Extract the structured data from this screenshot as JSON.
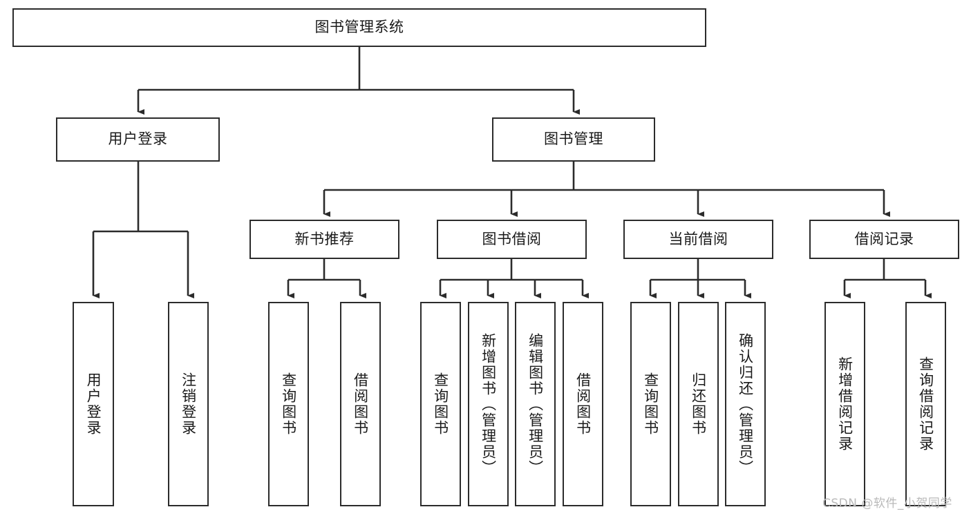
{
  "diagram": {
    "title": "图书管理系统",
    "type": "tree-hierarchy-chart",
    "orientation": "top-down",
    "colors": {
      "box_border": "#2b2b2b",
      "box_fill": "#ffffff",
      "edge": "#2b2b2b",
      "text": "#1a1a1a",
      "background": "#ffffff",
      "watermark": "#b9b9b9"
    },
    "levels": {
      "level1": [
        "图书管理系统"
      ],
      "level2": [
        "用户登录",
        "图书管理"
      ],
      "level3": [
        "新书推荐",
        "图书借阅",
        "当前借阅",
        "借阅记录"
      ],
      "level4": [
        "用户登录",
        "注销登录",
        "查询图书",
        "借阅图书",
        "查询图书",
        "新增图书（管理员）",
        "编辑图书（管理员）",
        "借阅图书",
        "查询图书",
        "归还图书",
        "确认归还（管理员）",
        "新增借阅记录",
        "查询借阅记录"
      ]
    }
  },
  "nodes": {
    "root": {
      "label": "图书管理系统"
    },
    "user_login": {
      "label": "用户登录"
    },
    "book_manage": {
      "label": "图书管理"
    },
    "new_book_rec": {
      "label": "新书推荐"
    },
    "book_borrow": {
      "label": "图书借阅"
    },
    "current_borrow": {
      "label": "当前借阅"
    },
    "borrow_record": {
      "label": "借阅记录"
    },
    "leaf_user_login": {
      "label": "用户登录"
    },
    "leaf_logout": {
      "label": "注销登录"
    },
    "leaf_query_book_1": {
      "label": "查询图书"
    },
    "leaf_borrow_book_1": {
      "label": "借阅图书"
    },
    "leaf_query_book_2": {
      "label": "查询图书"
    },
    "leaf_add_book_admin": {
      "label": "新增图书（管理员）"
    },
    "leaf_edit_book_admin": {
      "label": "编辑图书（管理员）"
    },
    "leaf_borrow_book_2": {
      "label": "借阅图书"
    },
    "leaf_query_book_3": {
      "label": "查询图书"
    },
    "leaf_return_book": {
      "label": "归还图书"
    },
    "leaf_confirm_return_admin": {
      "label": "确认归还（管理员）"
    },
    "leaf_add_borrow_record": {
      "label": "新增借阅记录"
    },
    "leaf_query_borrow_record": {
      "label": "查询借阅记录"
    }
  },
  "watermark": {
    "text": "CSDN @软件_小贺同学"
  }
}
